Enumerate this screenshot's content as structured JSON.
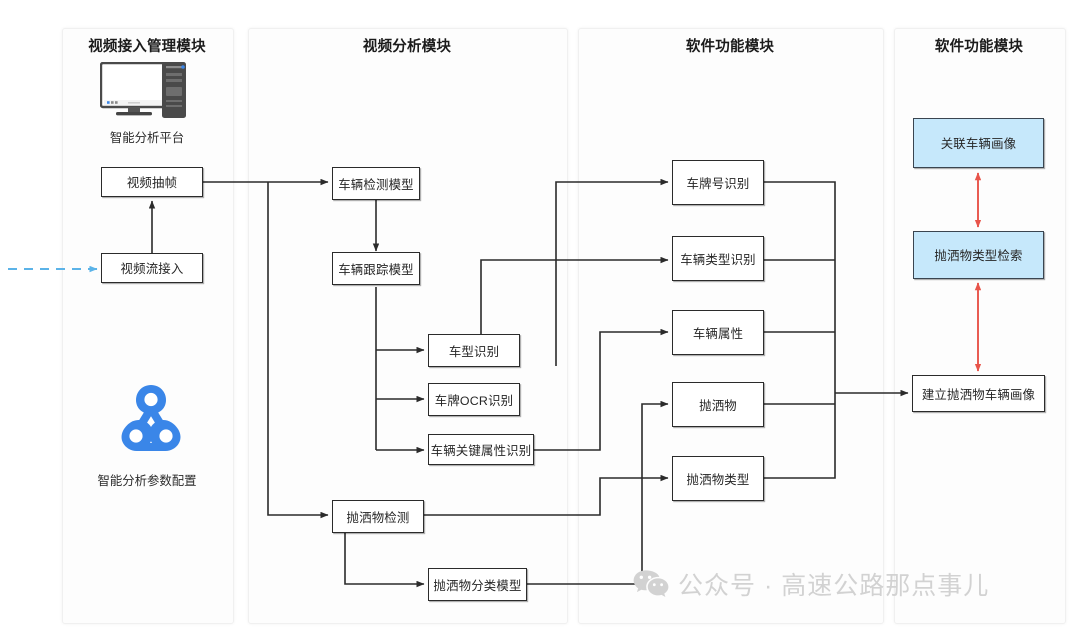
{
  "panels": [
    {
      "title": "视频接入管理模块"
    },
    {
      "title": "视频分析模块"
    },
    {
      "title": "软件功能模块"
    },
    {
      "title": "软件功能模块"
    }
  ],
  "captions": {
    "platform": "智能分析平台",
    "params": "智能分析参数配置"
  },
  "nodes": {
    "video_frame": "视频抽帧",
    "video_stream": "视频流接入",
    "vehicle_detect_model": "车辆检测模型",
    "vehicle_track_model": "车辆跟踪模型",
    "vehicle_type_rec": "车型识别",
    "plate_ocr": "车牌OCR识别",
    "vehicle_key_attr": "车辆关键属性识别",
    "spill_detect": "抛洒物检测",
    "spill_classify_model": "抛洒物分类模型",
    "plate_number_rec": "车牌号识别",
    "vehicle_class_rec": "车辆类型识别",
    "vehicle_attr": "车辆属性",
    "spill_object": "抛洒物",
    "spill_type": "抛洒物类型",
    "link_vehicle_profile": "关联车辆画像",
    "spill_type_search": "抛洒物类型检索",
    "build_spill_profile": "建立抛洒物车辆画像"
  },
  "icons": {
    "monitor": "desktop-monitor-icon",
    "params_logo": "triangle-network-icon",
    "wechat": "wechat-logo-icon"
  },
  "watermark": {
    "text": "公众号 · 高速公路那点事儿"
  },
  "colors": {
    "accent_blue": "#3a86e8",
    "node_blue_fill": "#c6e8fb",
    "arrow_red": "#e8544a",
    "dashed_blue": "#5bb3e8",
    "wire": "#2b2b2b"
  }
}
